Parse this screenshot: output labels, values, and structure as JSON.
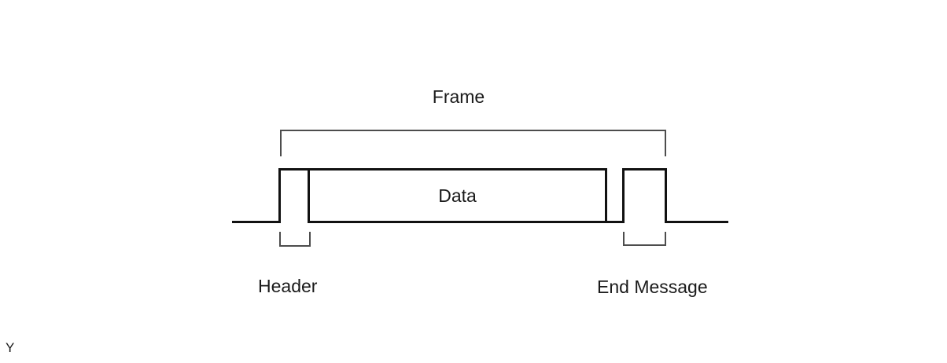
{
  "diagram": {
    "type": "frame-timing-diagram",
    "frame_label": "Frame",
    "data_label": "Data",
    "header_label": "Header",
    "end_message_label": "End Message",
    "corner_label": "Y"
  },
  "colors": {
    "background": "#ffffff",
    "signal": "#111111",
    "bracket": "#4d4d4d",
    "text": "#1a1a1a"
  }
}
